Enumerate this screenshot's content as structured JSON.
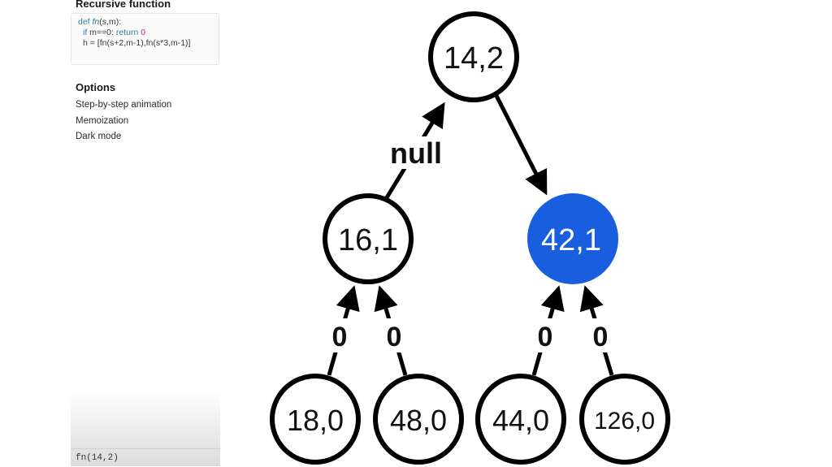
{
  "sidebar": {
    "code_section": {
      "title": "Recursive function",
      "code": {
        "line1_kw": "def ",
        "line1_fn": "fn",
        "line1_rest": "(s,m):",
        "line2_kw": "if ",
        "line2_cond": "m==0: ",
        "line2_ret": "return ",
        "line2_num": "0",
        "line3": "h = [fn(s+2,m-1),fn(s*3,m-1)]"
      }
    },
    "options": {
      "title": "Options",
      "items": [
        "Step-by-step animation",
        "Memoization",
        "Dark mode"
      ]
    },
    "call_input": {
      "value": "fn(14,2)"
    }
  },
  "tree": {
    "root": {
      "label": "14,2"
    },
    "left": {
      "label": "16,1",
      "edge_label": "null"
    },
    "right": {
      "label": "42,1",
      "highlighted": true,
      "color": "#1a5ee0"
    },
    "leaves": [
      {
        "label": "18,0",
        "edge_label": "0"
      },
      {
        "label": "48,0",
        "edge_label": "0"
      },
      {
        "label": "44,0",
        "edge_label": "0"
      },
      {
        "label": "126,0",
        "edge_label": "0"
      }
    ]
  }
}
